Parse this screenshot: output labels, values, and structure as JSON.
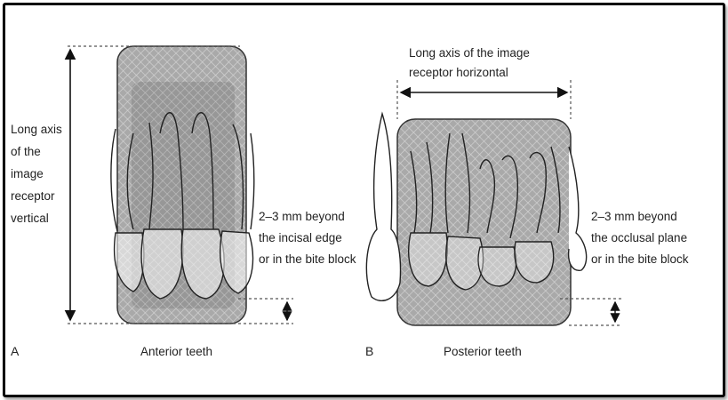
{
  "panel_a": {
    "letter": "A",
    "caption": "Anterior teeth",
    "axis_label": [
      "Long axis",
      "of the",
      "image",
      "receptor",
      "vertical"
    ],
    "note": [
      "2–3 mm beyond",
      "the incisal edge",
      "or in the bite block"
    ]
  },
  "panel_b": {
    "letter": "B",
    "caption": "Posterior teeth",
    "axis_label": [
      "Long axis of the image",
      "receptor horizontal"
    ],
    "note": [
      "2–3 mm beyond",
      "the occlusal plane",
      "or in the bite block"
    ]
  },
  "colors": {
    "receptor_fill": "#a9a9a9",
    "receptor_inner": "#8f8f8f",
    "hatch": "#d6d6d6",
    "outline": "#222222",
    "dashed": "#555555"
  }
}
